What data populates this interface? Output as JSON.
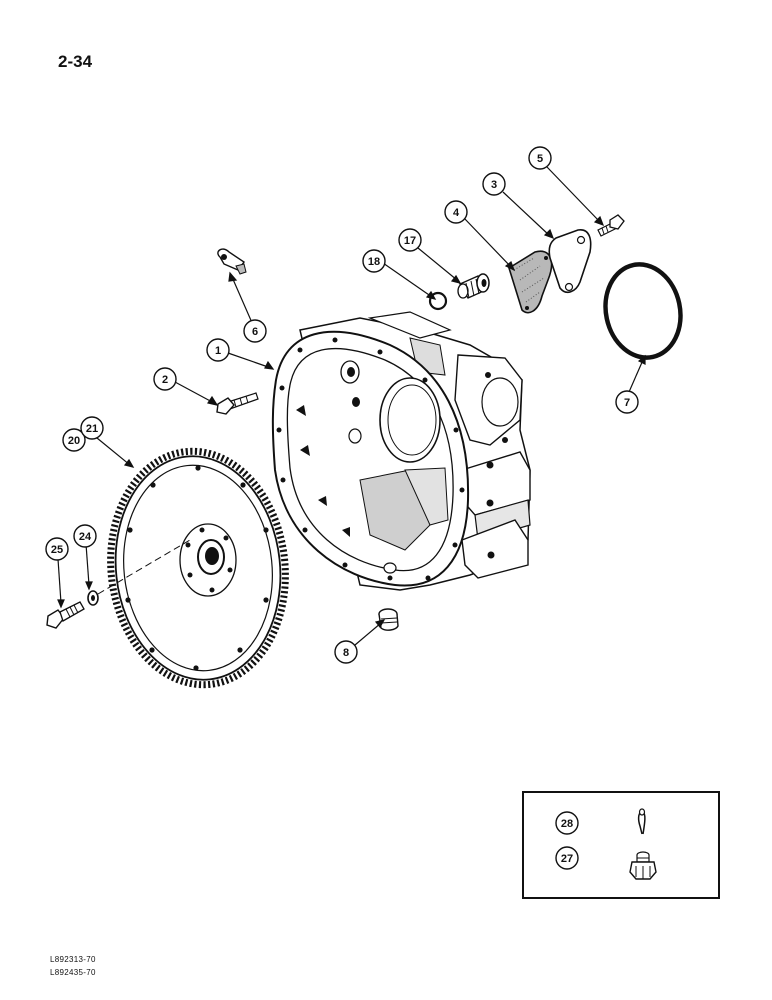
{
  "page": {
    "number": "2-34"
  },
  "references": [
    "L892313-70",
    "L892435-70"
  ],
  "callouts": [
    "1",
    "2",
    "3",
    "4",
    "5",
    "6",
    "7",
    "8",
    "17",
    "18",
    "20",
    "21",
    "24",
    "25",
    "27",
    "28"
  ]
}
